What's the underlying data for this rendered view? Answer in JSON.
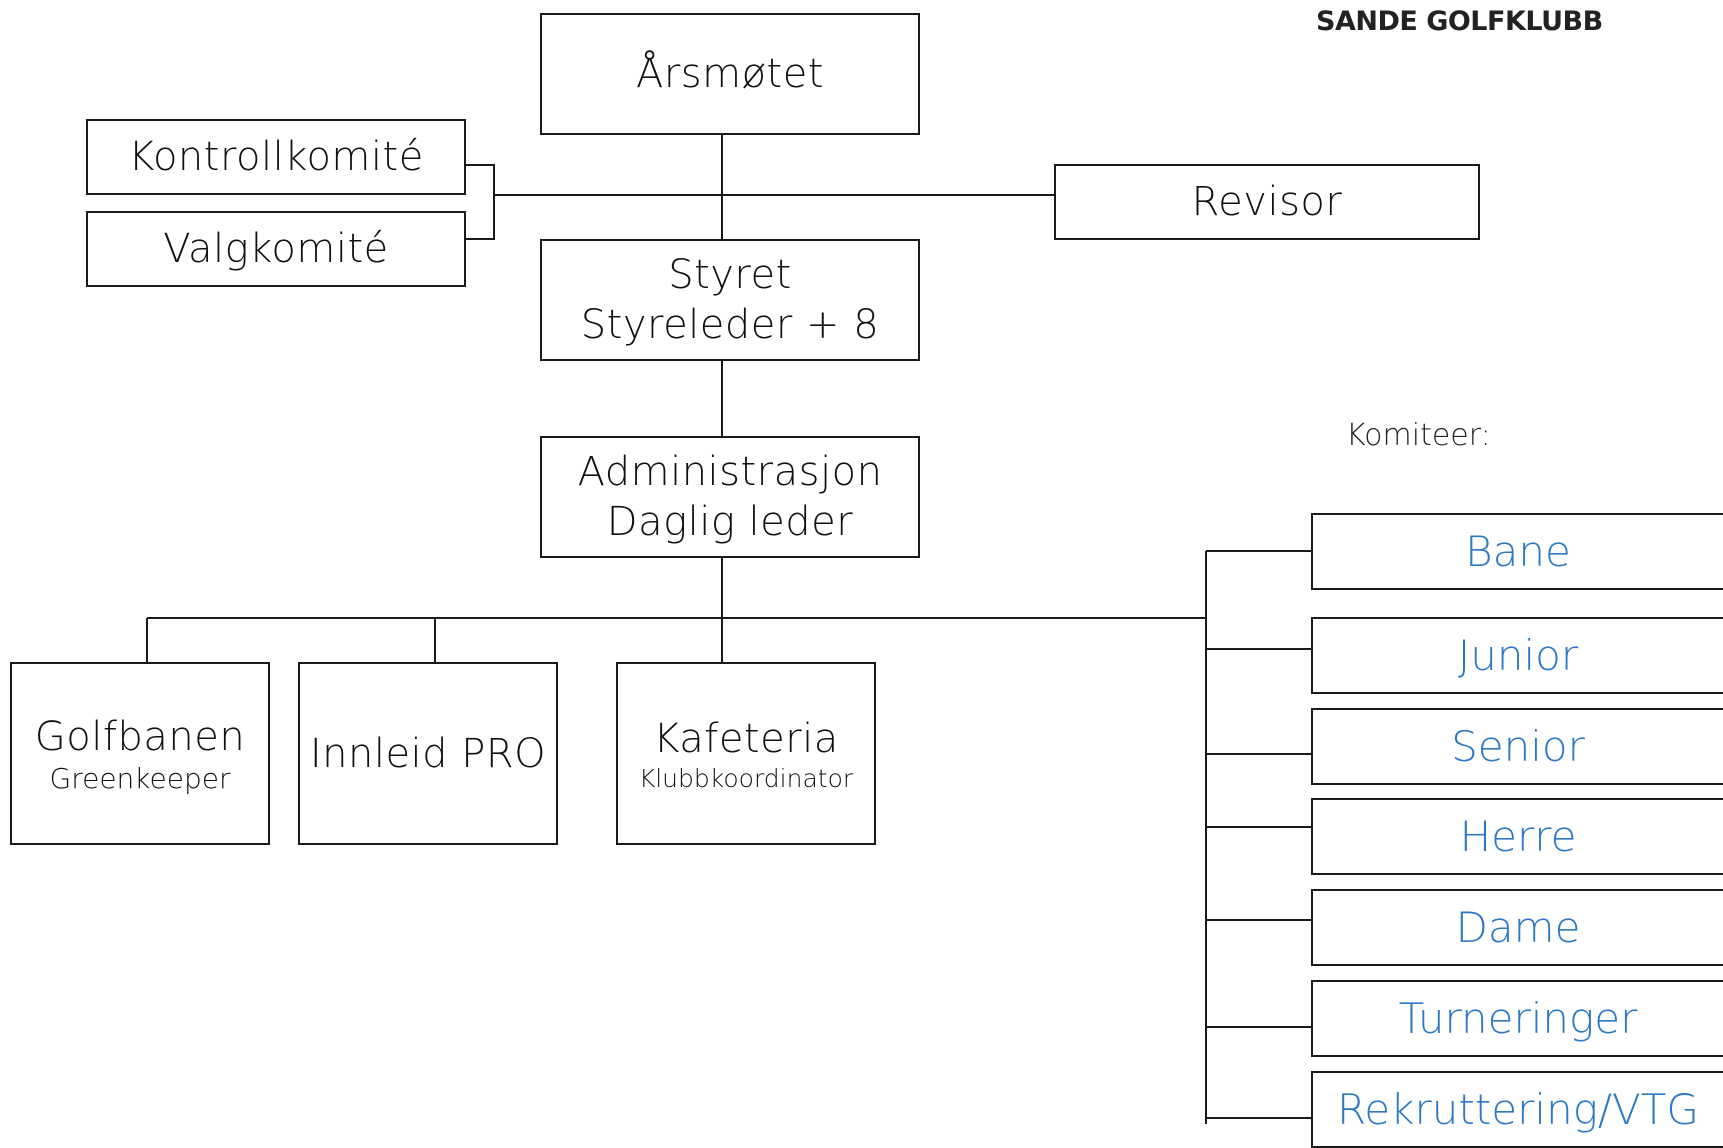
{
  "brand": {
    "logo_text": "SANDE GOLFKLUBB"
  },
  "org": {
    "arsmotet": "Årsmøtet",
    "kontrollkomite": "Kontrollkomité",
    "valgkomite": "Valgkomité",
    "revisor": "Revisor",
    "styret": {
      "title": "Styret",
      "sub": "Styreleder + 8"
    },
    "administrasjon": {
      "title": "Administrasjon",
      "sub": "Daglig leder"
    },
    "golfbanen": {
      "title": "Golfbanen",
      "sub": "Greenkeeper"
    },
    "innleid_pro": "Innleid PRO",
    "kafeteria": {
      "title": "Kafeteria",
      "sub": "Klubbkoordinator"
    }
  },
  "committees": {
    "heading": "Komiteer:",
    "items": [
      "Bane",
      "Junior",
      "Senior",
      "Herre",
      "Dame",
      "Turneringer",
      "Rekruttering/VTG"
    ],
    "color": "#2e79c4"
  }
}
